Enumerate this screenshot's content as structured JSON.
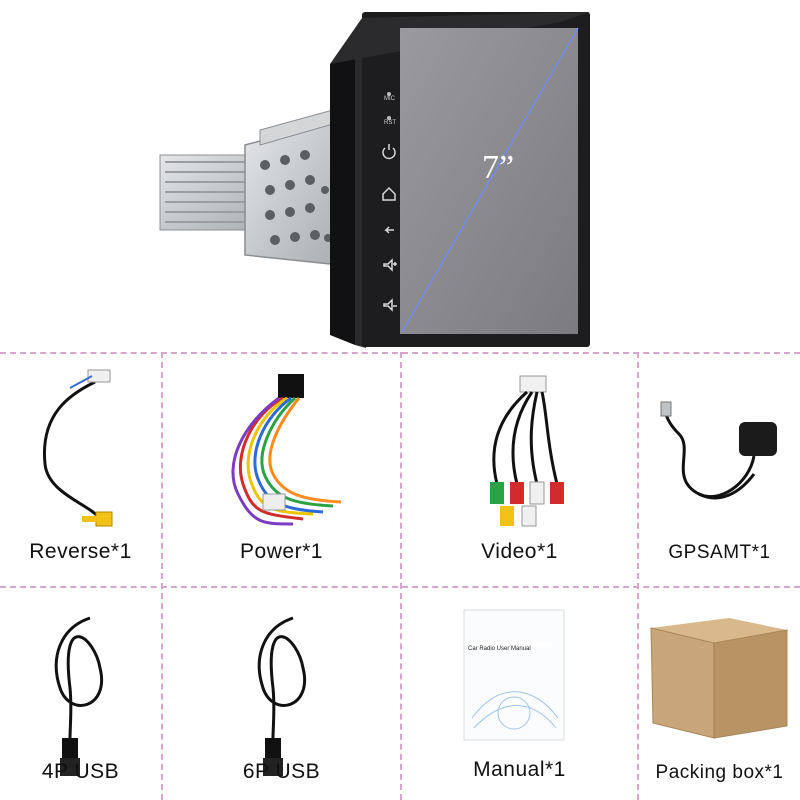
{
  "product": {
    "screen_size": "7”",
    "side_buttons": [
      "MIC",
      "RST",
      "power-icon",
      "home-icon",
      "back-icon",
      "volume-up-icon",
      "volume-down-icon"
    ],
    "mic_label": "MIC",
    "rst_label": "RST"
  },
  "items": [
    {
      "label": "Reverse*1"
    },
    {
      "label": "Power*1"
    },
    {
      "label": "Video*1"
    },
    {
      "label": "GPSAMT*1"
    },
    {
      "label": "4P USB"
    },
    {
      "label": "6P USB"
    },
    {
      "label": "Manual*1",
      "doc_title": "Car Radio User Manual"
    },
    {
      "label": "Packing box*1"
    }
  ],
  "colors": {
    "divider": "#d6a6cf",
    "screen": "#8a8a8e",
    "bezel": "#1d1d1f",
    "metal": "#c9cbcd",
    "box": "#c8a679"
  }
}
